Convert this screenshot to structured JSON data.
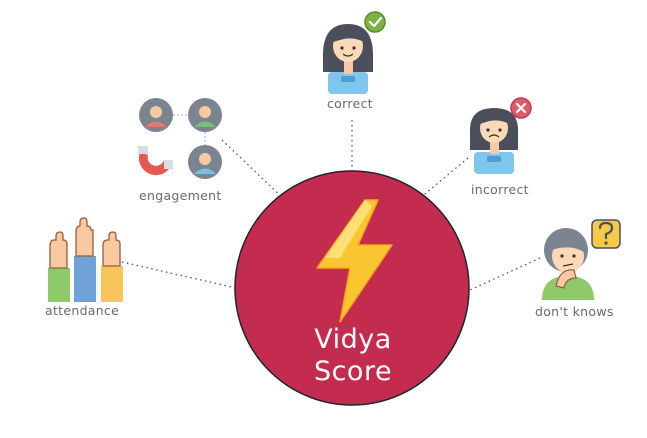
{
  "center": {
    "line1": "Vidya",
    "line2": "Score",
    "icon": "lightning-bolt-icon",
    "color": "#c32b4f"
  },
  "nodes": [
    {
      "label": "correct",
      "icon": "person-check-icon"
    },
    {
      "label": "engagement",
      "icon": "people-magnet-icon"
    },
    {
      "label": "incorrect",
      "icon": "person-cross-icon"
    },
    {
      "label": "attendance",
      "icon": "raised-hands-icon"
    },
    {
      "label": "don't knows",
      "icon": "person-question-icon"
    }
  ],
  "colors": {
    "label": "#666b73",
    "connector": "#555555",
    "check": "#7cb342",
    "cross": "#e05a6a",
    "question": "#f7c948"
  }
}
